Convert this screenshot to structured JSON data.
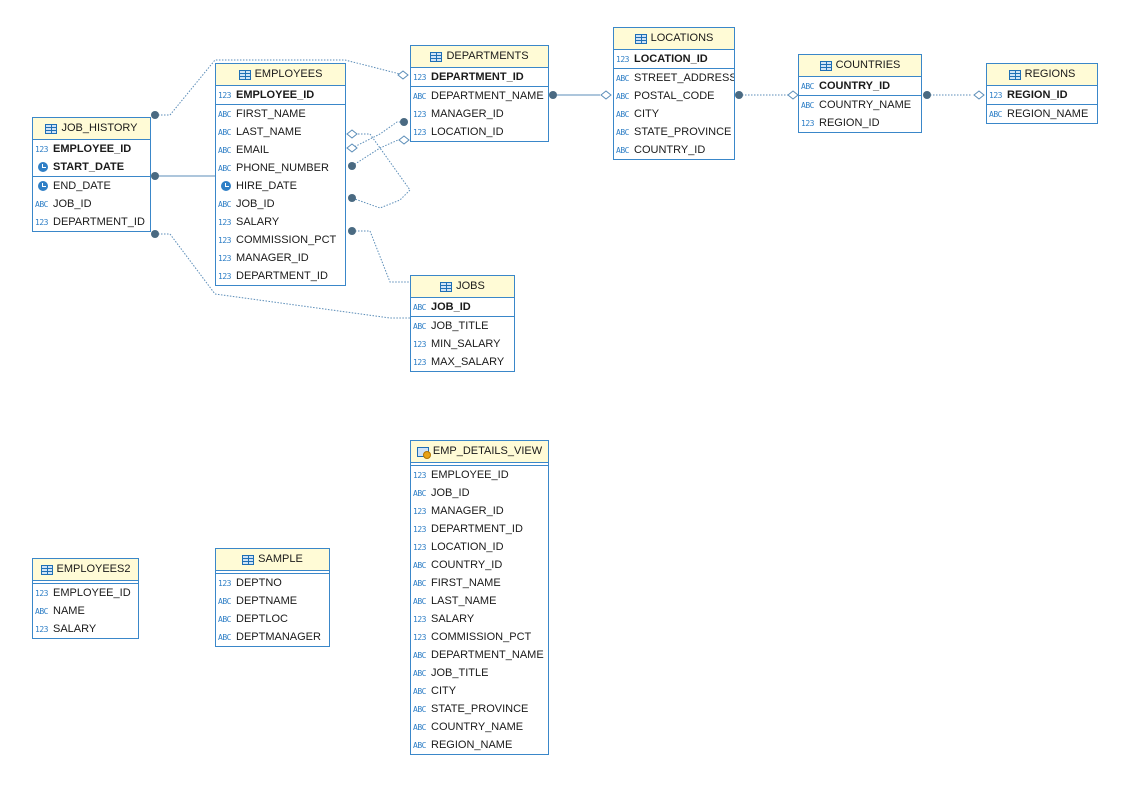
{
  "diagram": {
    "tables": [
      {
        "id": "job_history",
        "name": "JOB_HISTORY",
        "kind": "table",
        "sections": [
          [
            {
              "icon": "num",
              "name": "EMPLOYEE_ID"
            },
            {
              "icon": "date",
              "name": "START_DATE"
            }
          ],
          [
            {
              "icon": "date",
              "name": "END_DATE"
            },
            {
              "icon": "text",
              "name": "JOB_ID"
            },
            {
              "icon": "num",
              "name": "DEPARTMENT_ID"
            }
          ]
        ],
        "pk_section": 0
      },
      {
        "id": "employees",
        "name": "EMPLOYEES",
        "kind": "table",
        "sections": [
          [
            {
              "icon": "num",
              "name": "EMPLOYEE_ID"
            }
          ],
          [
            {
              "icon": "text",
              "name": "FIRST_NAME"
            },
            {
              "icon": "text",
              "name": "LAST_NAME"
            },
            {
              "icon": "text",
              "name": "EMAIL"
            },
            {
              "icon": "text",
              "name": "PHONE_NUMBER"
            },
            {
              "icon": "date",
              "name": "HIRE_DATE"
            },
            {
              "icon": "text",
              "name": "JOB_ID"
            },
            {
              "icon": "num",
              "name": "SALARY"
            },
            {
              "icon": "num",
              "name": "COMMISSION_PCT"
            },
            {
              "icon": "num",
              "name": "MANAGER_ID"
            },
            {
              "icon": "num",
              "name": "DEPARTMENT_ID"
            }
          ]
        ],
        "pk_section": 0
      },
      {
        "id": "departments",
        "name": "DEPARTMENTS",
        "kind": "table",
        "sections": [
          [
            {
              "icon": "num",
              "name": "DEPARTMENT_ID"
            }
          ],
          [
            {
              "icon": "text",
              "name": "DEPARTMENT_NAME"
            },
            {
              "icon": "num",
              "name": "MANAGER_ID"
            },
            {
              "icon": "num",
              "name": "LOCATION_ID"
            }
          ]
        ],
        "pk_section": 0
      },
      {
        "id": "locations",
        "name": "LOCATIONS",
        "kind": "table",
        "sections": [
          [
            {
              "icon": "num",
              "name": "LOCATION_ID"
            }
          ],
          [
            {
              "icon": "text",
              "name": "STREET_ADDRESS"
            },
            {
              "icon": "text",
              "name": "POSTAL_CODE"
            },
            {
              "icon": "text",
              "name": "CITY"
            },
            {
              "icon": "text",
              "name": "STATE_PROVINCE"
            },
            {
              "icon": "text",
              "name": "COUNTRY_ID"
            }
          ]
        ],
        "pk_section": 0
      },
      {
        "id": "countries",
        "name": "COUNTRIES",
        "kind": "table",
        "sections": [
          [
            {
              "icon": "text",
              "name": "COUNTRY_ID"
            }
          ],
          [
            {
              "icon": "text",
              "name": "COUNTRY_NAME"
            },
            {
              "icon": "num",
              "name": "REGION_ID"
            }
          ]
        ],
        "pk_section": 0
      },
      {
        "id": "regions",
        "name": "REGIONS",
        "kind": "table",
        "sections": [
          [
            {
              "icon": "num",
              "name": "REGION_ID"
            }
          ],
          [
            {
              "icon": "text",
              "name": "REGION_NAME"
            }
          ]
        ],
        "pk_section": 0
      },
      {
        "id": "jobs",
        "name": "JOBS",
        "kind": "table",
        "sections": [
          [
            {
              "icon": "text",
              "name": "JOB_ID"
            }
          ],
          [
            {
              "icon": "text",
              "name": "JOB_TITLE"
            },
            {
              "icon": "num",
              "name": "MIN_SALARY"
            },
            {
              "icon": "num",
              "name": "MAX_SALARY"
            }
          ]
        ],
        "pk_section": 0
      },
      {
        "id": "emp_details_view",
        "name": "EMP_DETAILS_VIEW",
        "kind": "view",
        "sections": [
          [],
          [
            {
              "icon": "num",
              "name": "EMPLOYEE_ID"
            },
            {
              "icon": "text",
              "name": "JOB_ID"
            },
            {
              "icon": "num",
              "name": "MANAGER_ID"
            },
            {
              "icon": "num",
              "name": "DEPARTMENT_ID"
            },
            {
              "icon": "num",
              "name": "LOCATION_ID"
            },
            {
              "icon": "text",
              "name": "COUNTRY_ID"
            },
            {
              "icon": "text",
              "name": "FIRST_NAME"
            },
            {
              "icon": "text",
              "name": "LAST_NAME"
            },
            {
              "icon": "num",
              "name": "SALARY"
            },
            {
              "icon": "num",
              "name": "COMMISSION_PCT"
            },
            {
              "icon": "text",
              "name": "DEPARTMENT_NAME"
            },
            {
              "icon": "text",
              "name": "JOB_TITLE"
            },
            {
              "icon": "text",
              "name": "CITY"
            },
            {
              "icon": "text",
              "name": "STATE_PROVINCE"
            },
            {
              "icon": "text",
              "name": "COUNTRY_NAME"
            },
            {
              "icon": "text",
              "name": "REGION_NAME"
            }
          ]
        ],
        "pk_section": -1
      },
      {
        "id": "employees2",
        "name": "EMPLOYEES2",
        "kind": "table",
        "sections": [
          [],
          [
            {
              "icon": "num",
              "name": "EMPLOYEE_ID"
            },
            {
              "icon": "text",
              "name": "NAME"
            },
            {
              "icon": "num",
              "name": "SALARY"
            }
          ]
        ],
        "pk_section": -1
      },
      {
        "id": "sample",
        "name": "SAMPLE",
        "kind": "table",
        "sections": [
          [],
          [
            {
              "icon": "num",
              "name": "DEPTNO"
            },
            {
              "icon": "text",
              "name": "DEPTNAME"
            },
            {
              "icon": "text",
              "name": "DEPTLOC"
            },
            {
              "icon": "text",
              "name": "DEPTMANAGER"
            }
          ]
        ],
        "pk_section": -1
      }
    ],
    "relationships": [
      {
        "from": "job_history",
        "to": "employees",
        "from_column": "EMPLOYEE_ID",
        "to_column": "EMPLOYEE_ID"
      },
      {
        "from": "job_history",
        "to": "departments",
        "from_column": "DEPARTMENT_ID",
        "to_column": "DEPARTMENT_ID"
      },
      {
        "from": "job_history",
        "to": "jobs",
        "from_column": "JOB_ID",
        "to_column": "JOB_ID"
      },
      {
        "from": "employees",
        "to": "departments",
        "from_column": "DEPARTMENT_ID",
        "to_column": "DEPARTMENT_ID"
      },
      {
        "from": "employees",
        "to": "jobs",
        "from_column": "JOB_ID",
        "to_column": "JOB_ID"
      },
      {
        "from": "employees",
        "to": "employees",
        "from_column": "MANAGER_ID",
        "to_column": "EMPLOYEE_ID"
      },
      {
        "from": "departments",
        "to": "employees",
        "from_column": "MANAGER_ID",
        "to_column": "EMPLOYEE_ID"
      },
      {
        "from": "departments",
        "to": "locations",
        "from_column": "LOCATION_ID",
        "to_column": "LOCATION_ID"
      },
      {
        "from": "locations",
        "to": "countries",
        "from_column": "COUNTRY_ID",
        "to_column": "COUNTRY_ID"
      },
      {
        "from": "countries",
        "to": "regions",
        "from_column": "REGION_ID",
        "to_column": "REGION_ID"
      }
    ],
    "colors": {
      "border": "#3a87c9",
      "header_bg": "#fffbd6",
      "link": "#5b8db8",
      "dot": "#4a6a82"
    }
  }
}
